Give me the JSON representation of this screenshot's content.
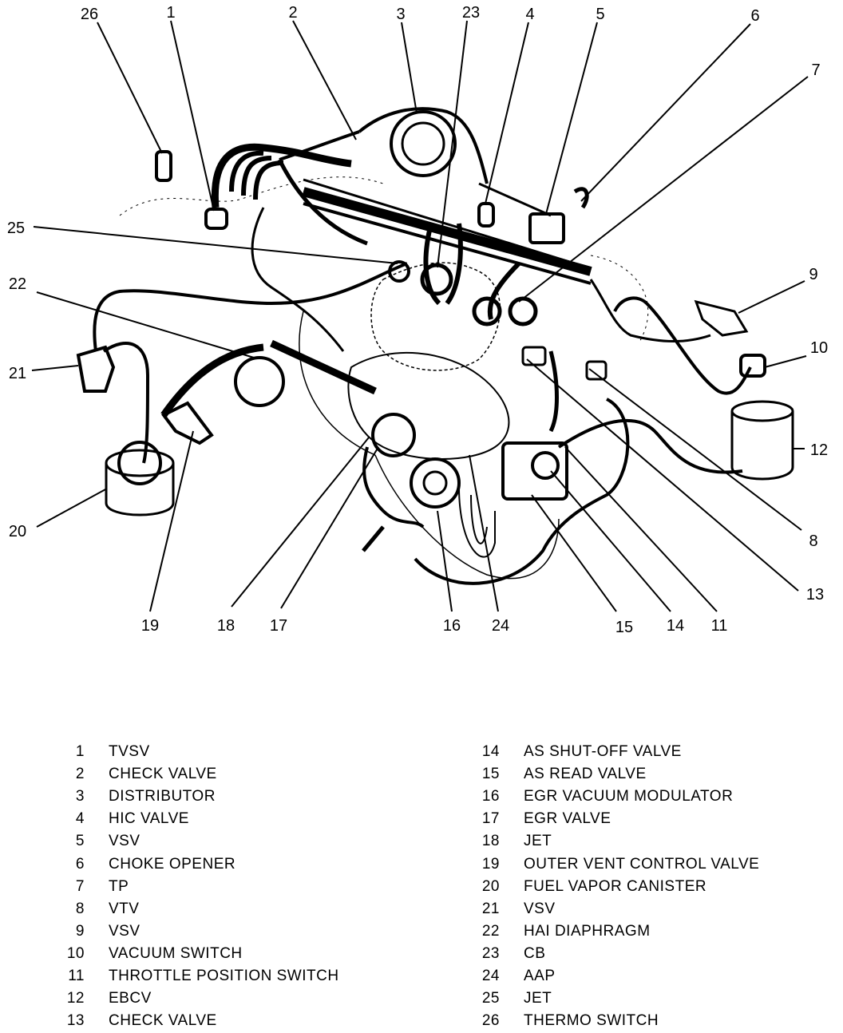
{
  "callouts": [
    {
      "n": "26"
    },
    {
      "n": "1"
    },
    {
      "n": "2"
    },
    {
      "n": "3"
    },
    {
      "n": "23"
    },
    {
      "n": "4"
    },
    {
      "n": "5"
    },
    {
      "n": "6"
    },
    {
      "n": "7"
    },
    {
      "n": "25"
    },
    {
      "n": "22"
    },
    {
      "n": "21"
    },
    {
      "n": "9"
    },
    {
      "n": "10"
    },
    {
      "n": "12"
    },
    {
      "n": "8"
    },
    {
      "n": "13"
    },
    {
      "n": "20"
    },
    {
      "n": "19"
    },
    {
      "n": "18"
    },
    {
      "n": "17"
    },
    {
      "n": "16"
    },
    {
      "n": "24"
    },
    {
      "n": "15"
    },
    {
      "n": "14"
    },
    {
      "n": "11"
    }
  ],
  "legend": [
    {
      "n": "1",
      "label": "TVSV"
    },
    {
      "n": "2",
      "label": "CHECK VALVE"
    },
    {
      "n": "3",
      "label": "DISTRIBUTOR"
    },
    {
      "n": "4",
      "label": "HIC VALVE"
    },
    {
      "n": "5",
      "label": "VSV"
    },
    {
      "n": "6",
      "label": "CHOKE OPENER"
    },
    {
      "n": "7",
      "label": "TP"
    },
    {
      "n": "8",
      "label": "VTV"
    },
    {
      "n": "9",
      "label": "VSV"
    },
    {
      "n": "10",
      "label": "VACUUM SWITCH"
    },
    {
      "n": "11",
      "label": "THROTTLE POSITION SWITCH"
    },
    {
      "n": "12",
      "label": "EBCV"
    },
    {
      "n": "13",
      "label": "CHECK VALVE"
    },
    {
      "n": "14",
      "label": "AS SHUT-OFF VALVE"
    },
    {
      "n": "15",
      "label": "AS READ VALVE"
    },
    {
      "n": "16",
      "label": "EGR VACUUM MODULATOR"
    },
    {
      "n": "17",
      "label": "EGR VALVE"
    },
    {
      "n": "18",
      "label": "JET"
    },
    {
      "n": "19",
      "label": "OUTER VENT CONTROL VALVE"
    },
    {
      "n": "20",
      "label": "FUEL VAPOR CANISTER"
    },
    {
      "n": "21",
      "label": "VSV"
    },
    {
      "n": "22",
      "label": "HAI DIAPHRAGM"
    },
    {
      "n": "23",
      "label": "CB"
    },
    {
      "n": "24",
      "label": "AAP"
    },
    {
      "n": "25",
      "label": "JET"
    },
    {
      "n": "26",
      "label": "THERMO SWITCH"
    }
  ]
}
